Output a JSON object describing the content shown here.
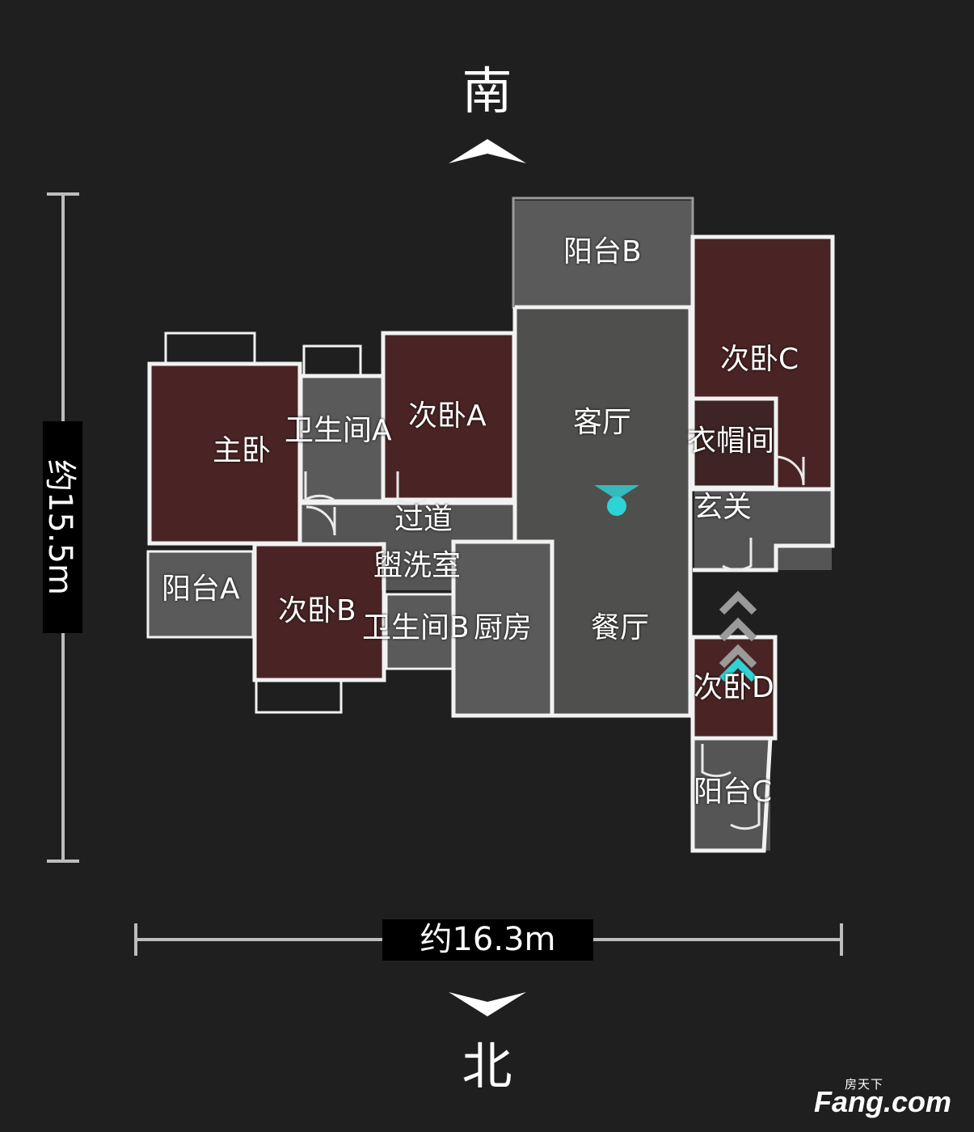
{
  "compass": {
    "south": "南",
    "north": "北"
  },
  "dimensions": {
    "height": "约15.5m",
    "width": "约16.3m"
  },
  "rooms": {
    "balcony_b": "阳台B",
    "bedroom_c": "次卧C",
    "master_bedroom": "主卧",
    "bathroom_a": "卫生间A",
    "bedroom_a": "次卧A",
    "living_room": "客厅",
    "cloakroom": "衣帽间",
    "entrance": "玄关",
    "corridor": "过道",
    "washroom": "盥洗室",
    "balcony_a": "阳台A",
    "bedroom_b": "次卧B",
    "bathroom_b": "卫生间B",
    "kitchen": "厨房",
    "dining_room": "餐厅",
    "bedroom_d": "次卧D",
    "balcony_c": "阳台C"
  },
  "watermark": {
    "small": "房天下",
    "big": "Fang.com"
  },
  "colors": {
    "background": "#1f1f1f",
    "bedroom_floor": "#4a2424",
    "gray_floor": "#5a5a5a",
    "living_floor": "#4f4f4d",
    "wall": "#f2f2f2",
    "marker": "#2ed3d6"
  }
}
